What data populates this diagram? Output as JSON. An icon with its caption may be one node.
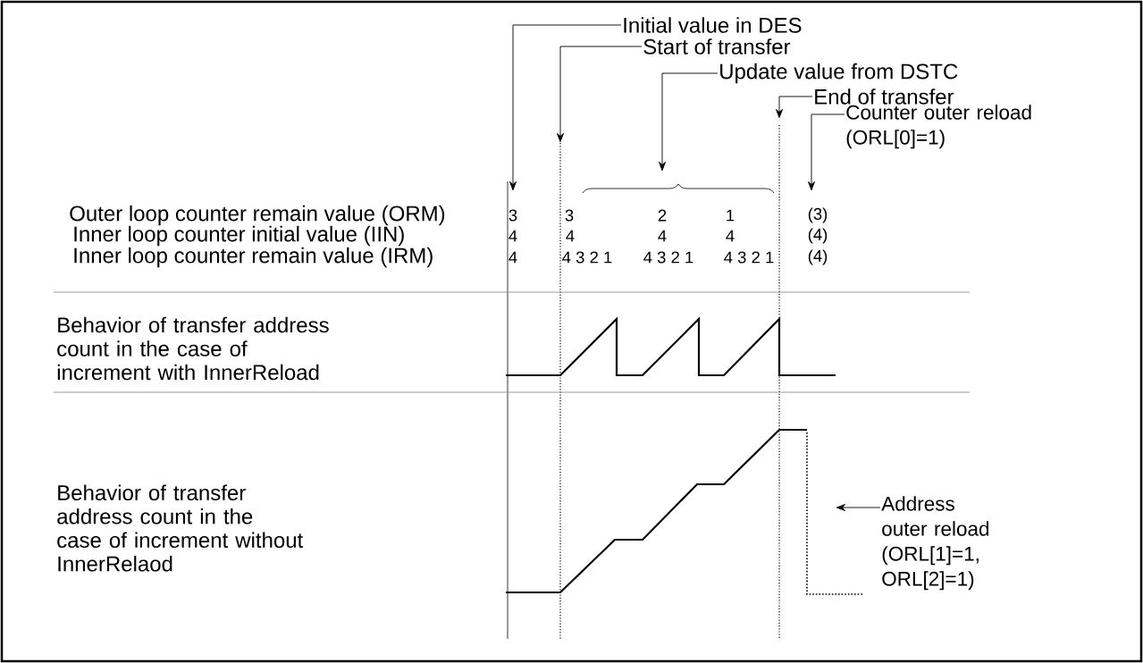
{
  "diagram": {
    "nodes": [
      {
        "text": [
          "Initial value in DES"
        ]
      },
      {
        "text": [
          "Start of transfer"
        ]
      },
      {
        "text": [
          "Update value from DSTC"
        ]
      },
      {
        "text": [
          "End of transfer"
        ]
      },
      {
        "text": [
          "Counter outer reload (ORL[0]=1)"
        ]
      },
      {
        "text": [
          "Address outer reload (ORL[1]=1, ORL[2]=1)"
        ]
      }
    ],
    "edges": [
      {
        "from": 0,
        "to": null,
        "arrow": "to"
      },
      {
        "from": 1,
        "to": null,
        "arrow": "to"
      },
      {
        "from": 2,
        "to": null,
        "arrow": "to"
      },
      {
        "from": 3,
        "to": null,
        "arrow": "to"
      },
      {
        "from": 4,
        "to": null,
        "arrow": "to"
      },
      {
        "from": 5,
        "to": null,
        "arrow": "to"
      }
    ],
    "labels": [
      "Outer loop counter remain value (ORM)",
      "3",
      "3",
      "2",
      "1",
      "(3)",
      "Inner loop counter initial value (IIN)",
      "4",
      "4",
      "4",
      "4",
      "(4)",
      "Inner loop counter remain value (IRM)",
      "4",
      "4 3 2 1",
      "4 3 2 1",
      "4 3 2 1",
      "(4)",
      "Behavior of transfer address count in the case of increment with InnerReload",
      "Behavior of transfer address count in the case of increment without InnerRelaod"
    ]
  }
}
